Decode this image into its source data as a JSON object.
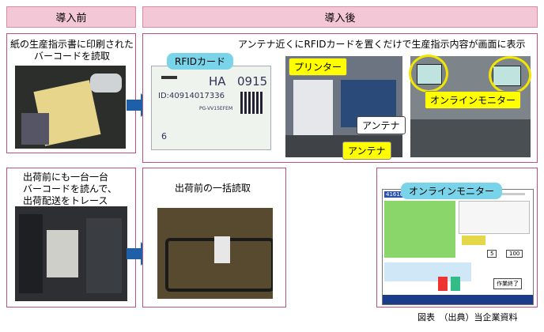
{
  "header_before": "導入前",
  "header_after": "導入後",
  "step1_text": "紙の生産指示書に印刷された\nバーコードを読取",
  "step2_text": "出荷前にも一台一台\nバーコードを読んで、\n出荷配送をトレース",
  "after1_text": "アンテナ近くにRFIDカードを置くだけで生産指示内容が画面に表示",
  "after2_text": "出荷前の一括読取",
  "rfid_label": "RFIDカード",
  "card": {
    "code_left": "HA",
    "code_right": "0915",
    "id_line": "ID:40914017336",
    "sub_line": "PG-VV15EFEM",
    "bottom_num": "6"
  },
  "printer_label": "プリンター",
  "antenna_label1": "アンテナ",
  "antenna_label2": "アンテナ",
  "monitor_label1": "オンラインモニター",
  "monitor_label2": "オンラインモニター",
  "screen": {
    "code": "416104",
    "btn1": "5",
    "btn2": "100",
    "end_btn": "作業終了"
  },
  "caption": "図表　（出典）当企業資料"
}
